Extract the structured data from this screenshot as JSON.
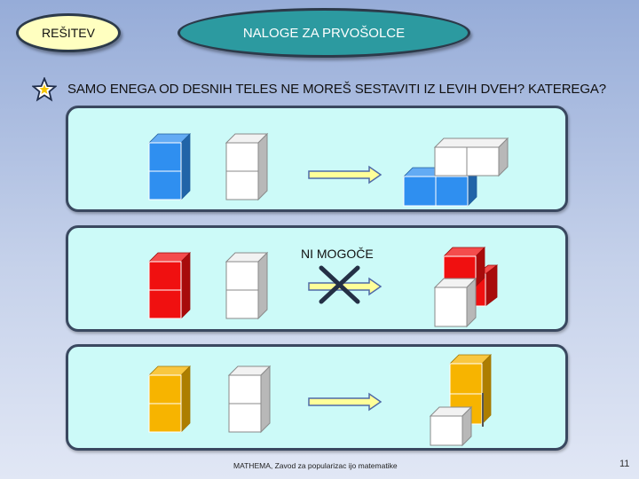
{
  "header": {
    "badge_label": "REŠITEV",
    "title": "NALOGE ZA PRVOŠOLCE"
  },
  "question": {
    "icon": "star-icon",
    "text": "SAMO ENEGA OD DESNIH TELES NE MOREŠ SESTAVITI IZ LEVIH DVEH? KATEREGA?"
  },
  "rows": [
    {
      "color": "#2f8ff0",
      "color_name": "blue",
      "possible": true
    },
    {
      "color": "#f01010",
      "color_name": "red",
      "possible": false,
      "label": "NI MOGOČE"
    },
    {
      "color": "#f7b400",
      "color_name": "yellow",
      "possible": true
    }
  ],
  "colors": {
    "panel": "#ccfaf8",
    "arrow": "#ffff99",
    "cross": "#243046",
    "title_oval": "#2c9aa0",
    "badge": "#ffffc0"
  },
  "footer": {
    "credit": "MATHEMA, Zavod za popularizac ijo matematike",
    "page_number": "11"
  }
}
